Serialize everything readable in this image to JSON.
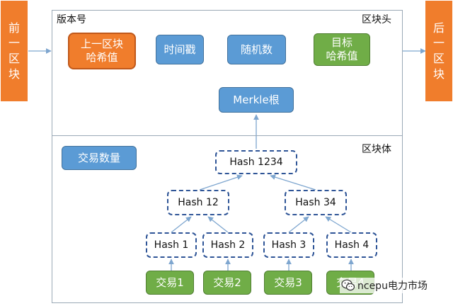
{
  "prev_block": [
    "前",
    "一",
    "区",
    "块"
  ],
  "next_block": [
    "后",
    "一",
    "区",
    "块"
  ],
  "block_header": {
    "version_label": "版本号",
    "header_label": "区块头",
    "prev_hash": "上一区块\n哈希值",
    "timestamp": "时间戳",
    "nonce": "随机数",
    "target_hash": "目标\n哈希值",
    "merkle_root": "Merkle根"
  },
  "block_body": {
    "body_label": "区块体",
    "tx_count": "交易数量",
    "hashes": {
      "h1234": "Hash 1234",
      "h12": "Hash 12",
      "h34": "Hash 34",
      "h1": "Hash 1",
      "h2": "Hash 2",
      "h3": "Hash 3",
      "h4": "Hash 4"
    },
    "transactions": [
      "交易1",
      "交易2",
      "交易3",
      "交易4"
    ]
  },
  "watermark": "ncepu电力市场",
  "colors": {
    "orange": "#f07d2c",
    "blue": "#5b9bd5",
    "green": "#70ad47",
    "hash_border": "#2f5597",
    "line": "#7ea6cf"
  }
}
